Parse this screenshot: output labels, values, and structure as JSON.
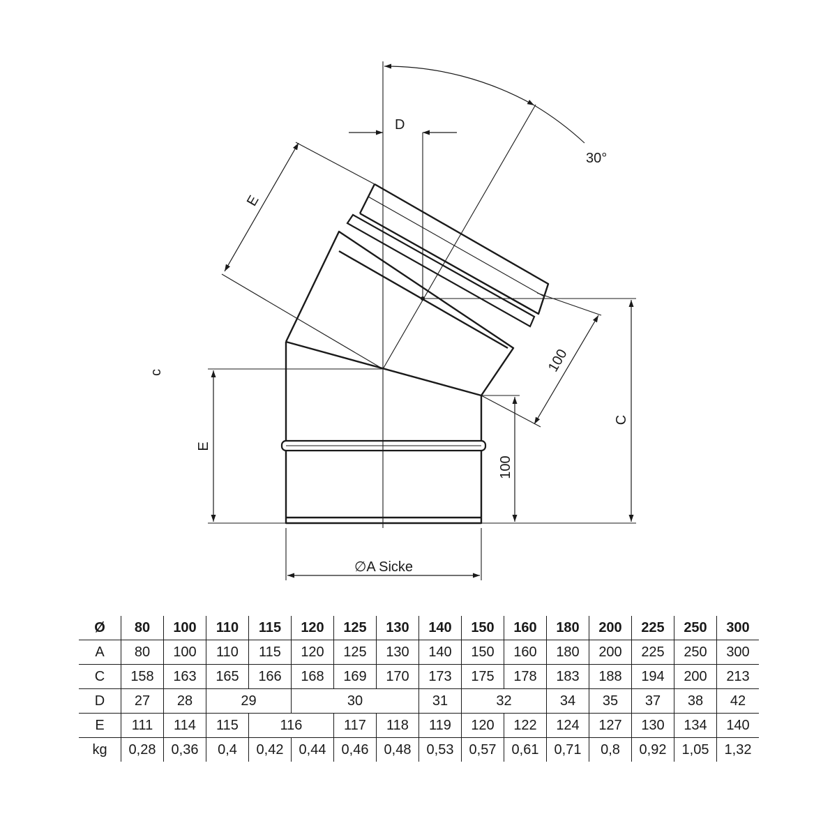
{
  "labels": {
    "angle": "30°",
    "d": "D",
    "e_upper": "E",
    "e_lower": "E",
    "c_stray": "c",
    "c_main": "C",
    "dim_100_upper": "100",
    "dim_100_lower": "100",
    "diameter_symbol": "∅",
    "diameter": "A Sicke"
  },
  "table": {
    "rows": [
      {
        "label": "Ø",
        "cells": [
          {
            "text": "80",
            "span": 1
          },
          {
            "text": "100",
            "span": 1
          },
          {
            "text": "110",
            "span": 1
          },
          {
            "text": "115",
            "span": 1
          },
          {
            "text": "120",
            "span": 1
          },
          {
            "text": "125",
            "span": 1
          },
          {
            "text": "130",
            "span": 1
          },
          {
            "text": "140",
            "span": 1
          },
          {
            "text": "150",
            "span": 1
          },
          {
            "text": "160",
            "span": 1
          },
          {
            "text": "180",
            "span": 1
          },
          {
            "text": "200",
            "span": 1
          },
          {
            "text": "225",
            "span": 1
          },
          {
            "text": "250",
            "span": 1
          },
          {
            "text": "300",
            "span": 1
          }
        ]
      },
      {
        "label": "A",
        "cells": [
          {
            "text": "80",
            "span": 1
          },
          {
            "text": "100",
            "span": 1
          },
          {
            "text": "110",
            "span": 1
          },
          {
            "text": "115",
            "span": 1
          },
          {
            "text": "120",
            "span": 1
          },
          {
            "text": "125",
            "span": 1
          },
          {
            "text": "130",
            "span": 1
          },
          {
            "text": "140",
            "span": 1
          },
          {
            "text": "150",
            "span": 1
          },
          {
            "text": "160",
            "span": 1
          },
          {
            "text": "180",
            "span": 1
          },
          {
            "text": "200",
            "span": 1
          },
          {
            "text": "225",
            "span": 1
          },
          {
            "text": "250",
            "span": 1
          },
          {
            "text": "300",
            "span": 1
          }
        ]
      },
      {
        "label": "C",
        "cells": [
          {
            "text": "158",
            "span": 1
          },
          {
            "text": "163",
            "span": 1
          },
          {
            "text": "165",
            "span": 1
          },
          {
            "text": "166",
            "span": 1
          },
          {
            "text": "168",
            "span": 1
          },
          {
            "text": "169",
            "span": 1
          },
          {
            "text": "170",
            "span": 1
          },
          {
            "text": "173",
            "span": 1
          },
          {
            "text": "175",
            "span": 1
          },
          {
            "text": "178",
            "span": 1
          },
          {
            "text": "183",
            "span": 1
          },
          {
            "text": "188",
            "span": 1
          },
          {
            "text": "194",
            "span": 1
          },
          {
            "text": "200",
            "span": 1
          },
          {
            "text": "213",
            "span": 1
          }
        ]
      },
      {
        "label": "D",
        "cells": [
          {
            "text": "27",
            "span": 1
          },
          {
            "text": "28",
            "span": 1
          },
          {
            "text": "29",
            "span": 2
          },
          {
            "text": "30",
            "span": 3
          },
          {
            "text": "31",
            "span": 1
          },
          {
            "text": "32",
            "span": 2
          },
          {
            "text": "34",
            "span": 1
          },
          {
            "text": "35",
            "span": 1
          },
          {
            "text": "37",
            "span": 1
          },
          {
            "text": "38",
            "span": 1
          },
          {
            "text": "42",
            "span": 1
          }
        ]
      },
      {
        "label": "E",
        "cells": [
          {
            "text": "111",
            "span": 1
          },
          {
            "text": "114",
            "span": 1
          },
          {
            "text": "115",
            "span": 1
          },
          {
            "text": "116",
            "span": 2
          },
          {
            "text": "117",
            "span": 1
          },
          {
            "text": "118",
            "span": 1
          },
          {
            "text": "119",
            "span": 1
          },
          {
            "text": "120",
            "span": 1
          },
          {
            "text": "122",
            "span": 1
          },
          {
            "text": "124",
            "span": 1
          },
          {
            "text": "127",
            "span": 1
          },
          {
            "text": "130",
            "span": 1
          },
          {
            "text": "134",
            "span": 1
          },
          {
            "text": "140",
            "span": 1
          }
        ]
      },
      {
        "label": "kg",
        "cells": [
          {
            "text": "0,28",
            "span": 1
          },
          {
            "text": "0,36",
            "span": 1
          },
          {
            "text": "0,4",
            "span": 1
          },
          {
            "text": "0,42",
            "span": 1
          },
          {
            "text": "0,44",
            "span": 1
          },
          {
            "text": "0,46",
            "span": 1
          },
          {
            "text": "0,48",
            "span": 1
          },
          {
            "text": "0,53",
            "span": 1
          },
          {
            "text": "0,57",
            "span": 1
          },
          {
            "text": "0,61",
            "span": 1
          },
          {
            "text": "0,71",
            "span": 1
          },
          {
            "text": "0,8",
            "span": 1
          },
          {
            "text": "0,92",
            "span": 1
          },
          {
            "text": "1,05",
            "span": 1
          },
          {
            "text": "1,32",
            "span": 1
          }
        ]
      }
    ]
  }
}
